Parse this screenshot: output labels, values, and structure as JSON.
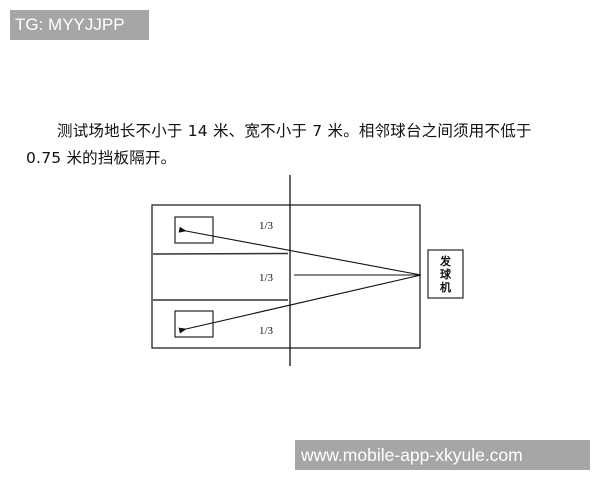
{
  "watermarks": {
    "top": "TG: MYYJJPP",
    "bottom": "www.mobile-app-xkyule.com"
  },
  "paragraph": {
    "line1": "测试场地长不小于 14 米、宽不小于 7 米。相邻球台之间须用不低于",
    "line2": "0.75 米的挡板隔开。"
  },
  "diagram": {
    "zone_labels": [
      "1/3",
      "1/3",
      "1/3"
    ],
    "machine_label_chars": [
      "发",
      "球",
      "机"
    ],
    "machine_label": "发球机",
    "colors": {
      "line": "#111111",
      "background": "#ffffff"
    }
  }
}
